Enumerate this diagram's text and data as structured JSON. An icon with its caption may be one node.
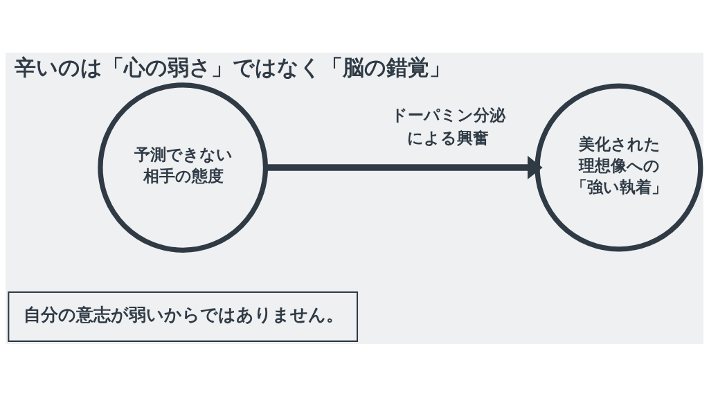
{
  "diagram": {
    "title": "辛いのは「心の弱さ」ではなく「脳の錯覚」",
    "nodes": [
      {
        "text": [
          "予測できない相手の態度"
        ]
      },
      {
        "text": [
          "美化された理想像への「強い執着」"
        ]
      },
      {
        "text": [
          "自分の意志が弱いからではありません。"
        ]
      }
    ],
    "edges": [
      {
        "from": 0,
        "to": 1,
        "arrow": "to",
        "label": "ドーパミン分泌による興奮"
      }
    ]
  }
}
